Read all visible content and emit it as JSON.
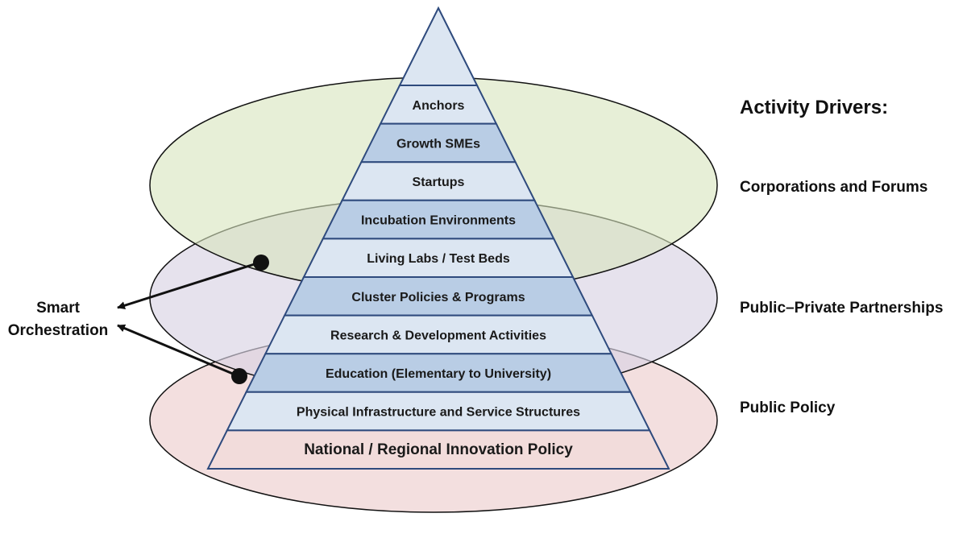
{
  "pyramid": {
    "levels": [
      {
        "label": "Anchors"
      },
      {
        "label": "Growth SMEs"
      },
      {
        "label": "Startups"
      },
      {
        "label": "Incubation Environments"
      },
      {
        "label": "Living Labs / Test Beds"
      },
      {
        "label": "Cluster Policies & Programs"
      },
      {
        "label": "Research & Development Activities"
      },
      {
        "label": "Education (Elementary to University)"
      },
      {
        "label": "Physical Infrastructure and Service Structures"
      },
      {
        "label": "National / Regional Innovation Policy"
      }
    ]
  },
  "drivers": {
    "heading": "Activity Drivers:",
    "items": [
      {
        "label": "Corporations and Forums"
      },
      {
        "label": "Public–Private Partnerships"
      },
      {
        "label": "Public Policy"
      }
    ]
  },
  "orchestration": {
    "line1": "Smart",
    "line2": "Orchestration"
  },
  "colors": {
    "outline": "#2e4a7d",
    "light_band": "#dce6f2",
    "dark_band": "#b9cde5",
    "base_band": "#f2dcdb",
    "top_ellipse": "#d7e4bd",
    "middle_ellipse": "#d9d3e4",
    "bottom_ellipse": "#f2dcdb"
  }
}
